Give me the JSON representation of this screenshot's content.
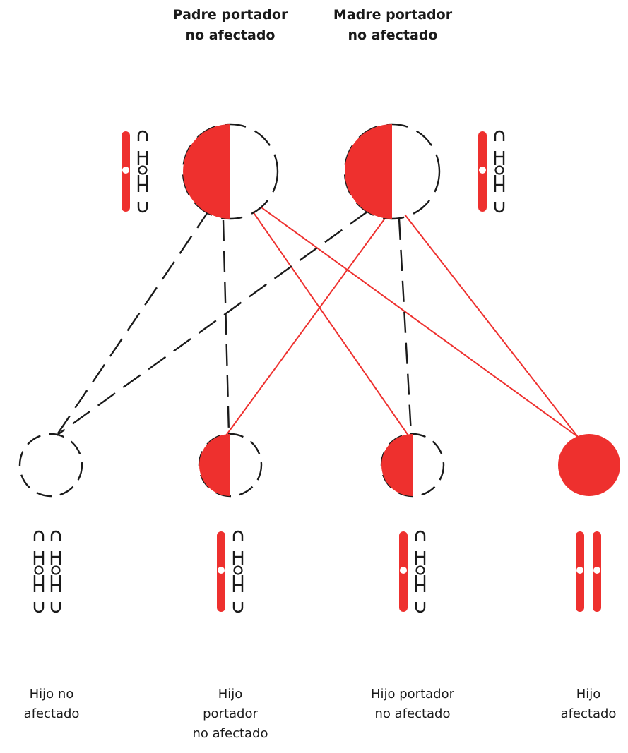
{
  "colors": {
    "affected": "#ee302e",
    "normal": "#1a1a1a",
    "background": "#ffffff"
  },
  "parents": [
    {
      "label": "Padre portador\nno afectado",
      "genotype": "carrier"
    },
    {
      "label": "Madre portador\nno afectado",
      "genotype": "carrier"
    }
  ],
  "children": [
    {
      "label": "Hijo no\nafectado",
      "genotype": "normal"
    },
    {
      "label": "Hijo\nportador\nno afectado",
      "genotype": "carrier"
    },
    {
      "label": "Hijo portador\nno afectado",
      "genotype": "carrier"
    },
    {
      "label": "Hijo\nafectado",
      "genotype": "affected"
    }
  ],
  "connections": [
    {
      "from": "parent-0",
      "to": "child-0",
      "allele": "normal"
    },
    {
      "from": "parent-0",
      "to": "child-1",
      "allele": "normal"
    },
    {
      "from": "parent-0",
      "to": "child-2",
      "allele": "affected"
    },
    {
      "from": "parent-0",
      "to": "child-3",
      "allele": "affected"
    },
    {
      "from": "parent-1",
      "to": "child-0",
      "allele": "normal"
    },
    {
      "from": "parent-1",
      "to": "child-1",
      "allele": "affected"
    },
    {
      "from": "parent-1",
      "to": "child-2",
      "allele": "normal"
    },
    {
      "from": "parent-1",
      "to": "child-3",
      "allele": "affected"
    }
  ]
}
